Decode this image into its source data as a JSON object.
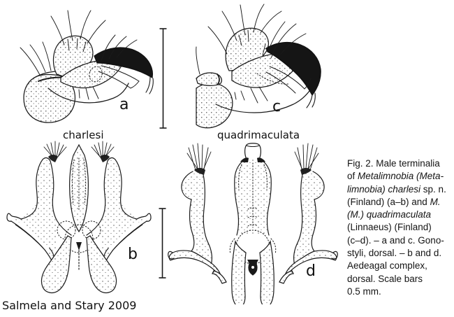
{
  "figure": {
    "species_labels": {
      "left": "charlesi",
      "right": "quadrimaculata"
    },
    "panel_labels": {
      "a": "a",
      "b": "b",
      "c": "c",
      "d": "d"
    },
    "caption": {
      "lines": [
        [
          {
            "t": "Fig. 2. Male terminalia",
            "i": false
          }
        ],
        [
          {
            "t": "of ",
            "i": false
          },
          {
            "t": "Metalimnobia (Meta-",
            "i": true
          }
        ],
        [
          {
            "t": "limnobia) charlesi",
            "i": true
          },
          {
            "t": " sp. n.",
            "i": false
          }
        ],
        [
          {
            "t": "(Finland) (a–b) and ",
            "i": false
          },
          {
            "t": "M.",
            "i": true
          }
        ],
        [
          {
            "t": "(M.) quadrimaculata",
            "i": true
          }
        ],
        [
          {
            "t": "(Linnaeus) (Finland)",
            "i": false
          }
        ],
        [
          {
            "t": "(c–d). – a and c. Gono-",
            "i": false
          }
        ],
        [
          {
            "t": "styli, dorsal. – b and d.",
            "i": false
          }
        ],
        [
          {
            "t": "Aedeagal complex,",
            "i": false
          }
        ],
        [
          {
            "t": "dorsal. Scale bars",
            "i": false
          }
        ],
        [
          {
            "t": "0.5 mm.",
            "i": false
          }
        ]
      ]
    },
    "attribution": "Salmela and Stary 2009",
    "colors": {
      "ink": "#1a1a1a",
      "background": "#ffffff"
    }
  }
}
